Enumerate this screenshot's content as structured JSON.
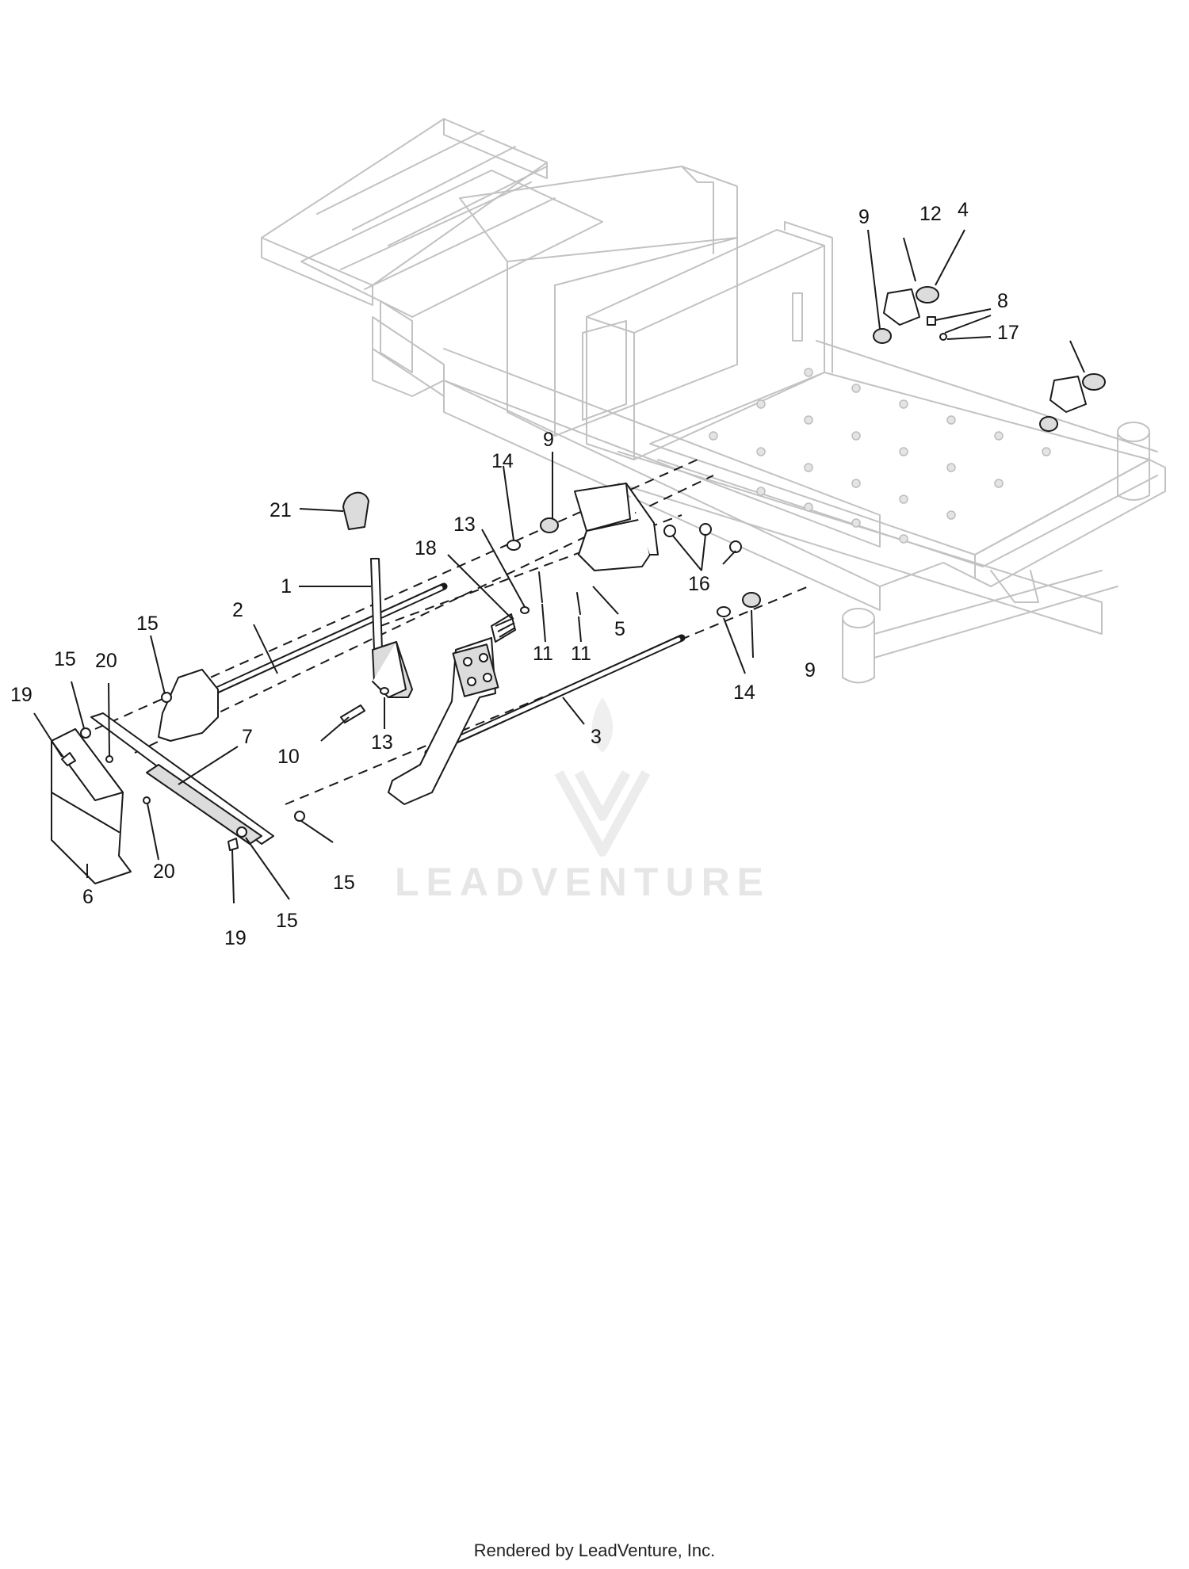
{
  "callouts": {
    "c1": "1",
    "c2": "2",
    "c3": "3",
    "c4": "4",
    "c5": "5",
    "c6": "6",
    "c7": "7",
    "c8": "8",
    "c9a": "9",
    "c9b": "9",
    "c9c": "9",
    "c10": "10",
    "c11a": "11",
    "c11b": "11",
    "c12": "12",
    "c13a": "13",
    "c13b": "13",
    "c14a": "14",
    "c14b": "14",
    "c15a": "15",
    "c15b": "15",
    "c15c": "15",
    "c15d": "15",
    "c16": "16",
    "c17": "17",
    "c18": "18",
    "c19a": "19",
    "c19b": "19",
    "c20a": "20",
    "c20b": "20",
    "c21": "21"
  },
  "watermark": {
    "brand": "LEADVENTURE",
    "logo_icon": "leadventure-logo-icon"
  },
  "footer": {
    "text": "Rendered by LeadVenture, Inc."
  },
  "colors": {
    "frame": "#c2c2c2",
    "parts": "#1a1a1a",
    "watermark": "#e6e6e6"
  }
}
